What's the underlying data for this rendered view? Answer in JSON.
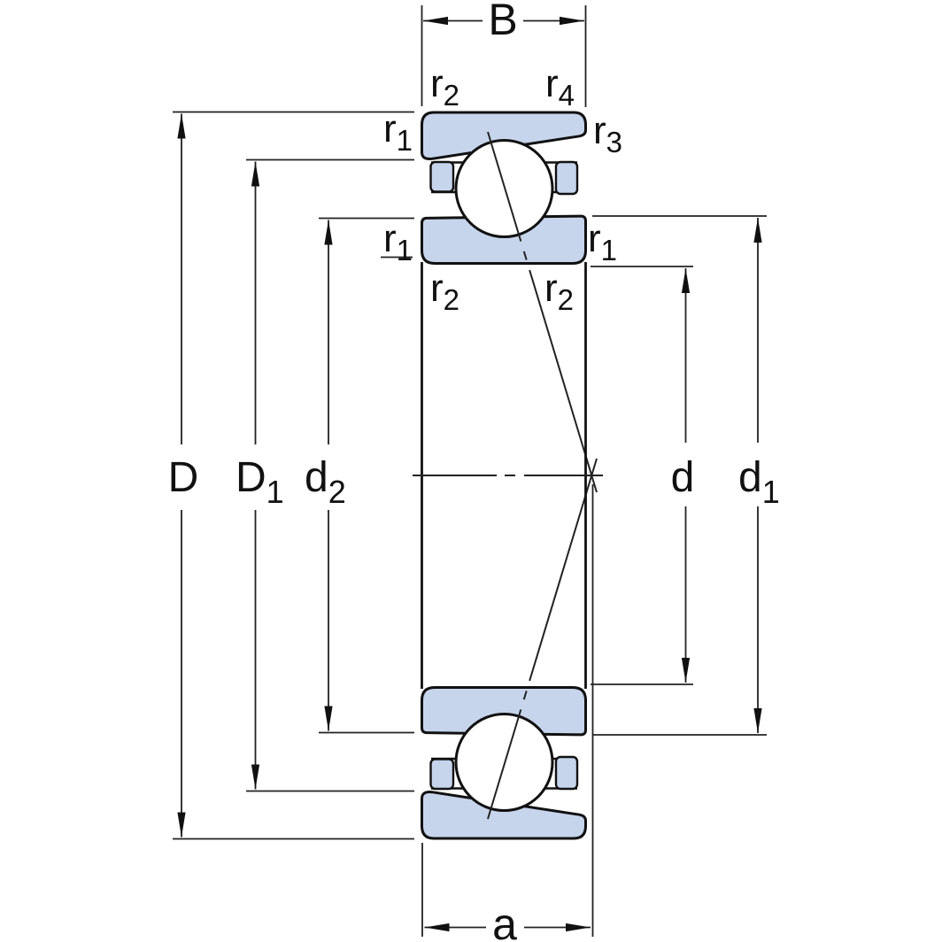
{
  "diagram": {
    "description": "Cross-section drawing of a single-row angular contact ball bearing with dimension annotations",
    "colors": {
      "ring_fill": "#c6d4ec",
      "outline": "#111111",
      "dimension_line": "#222222",
      "background": "#ffffff"
    },
    "labels": {
      "B": "B",
      "a": "a",
      "D": "D",
      "D1_main": "D",
      "D1_sub": "1",
      "d2_main": "d",
      "d2_sub": "2",
      "d": "d",
      "d1_main": "d",
      "d1_sub": "1",
      "r1_main": "r",
      "r1_sub": "1",
      "r2_main": "r",
      "r2_sub": "2",
      "r3_main": "r",
      "r3_sub": "3",
      "r4_main": "r",
      "r4_sub": "4"
    }
  }
}
